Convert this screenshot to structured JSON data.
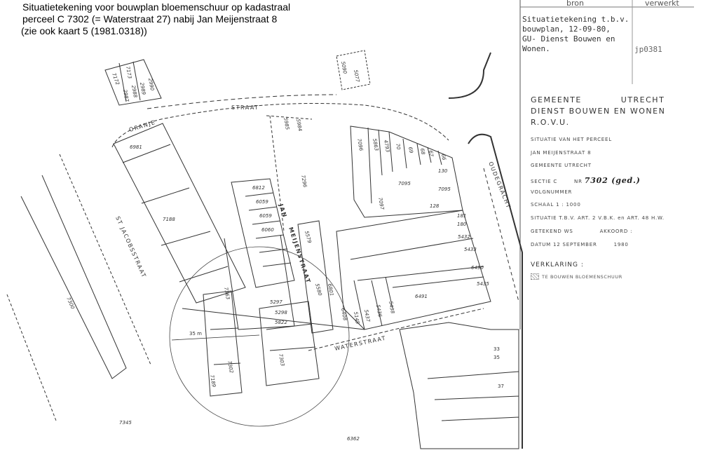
{
  "caption": {
    "line1": "Situatietekening voor bouwplan bloemenschuur op kadastraal",
    "line2": "perceel C 7302 (= Waterstraat 27) nabij Jan Meijenstraat 8",
    "line3": "(zie ook kaart 5 (1981.0318))"
  },
  "titleblock": {
    "col_bron": "bron",
    "col_verwerkt": "verwerkt",
    "bron_lines": [
      "Situatietekening t.b.v.",
      "bouwplan, 12-09-80,",
      "GU- Dienst Bouwen en",
      "Wonen."
    ],
    "verwerkt_value": "jp0381",
    "org_line1_a": "GEMEENTE",
    "org_line1_b": "UTRECHT",
    "org_line2": "DIENST BOUWEN EN WONEN",
    "org_line3": "R.O.V.U.",
    "situatie": "SITUATIE VAN HET PERCEEL",
    "adres": "JAN MEIJENSTRAAT 8",
    "gemeente": "GEMEENTE   UTRECHT",
    "sectie": "SECTIE  C",
    "nr_label": "NR",
    "nr_value": "7302 (ged.)",
    "volgnummer": "VOLGNUMMER",
    "schaal": "SCHAAL  1 : 1000",
    "situatie_tbv": "SITUATIE  T.B.V.  ART. 2 V.B.K. en ART. 48 H.W.",
    "getekend": "GETEKEND  WS",
    "akkoord": "AKKOORD :",
    "datum": "DATUM  12  SEPTEMBER",
    "jaar": "1980",
    "verklaring_title": "VERKLARING :",
    "verklaring_item": "TE BOUWEN BLOEMENSCHUUR"
  },
  "map": {
    "streets": {
      "oranje": "ORANJE",
      "straat": "STRAAT",
      "st_jacobsstraat": "ST JACOBSSTRAAT",
      "jan": "JAN",
      "meijenstraat": "MEIJENSTRAAT",
      "oudegracht": "OUDEGRACHT",
      "waterstraat": "WATERSTRAAT"
    },
    "distance": "35 m",
    "parcels": [
      "6981",
      "7188",
      "7300",
      "6812",
      "6059",
      "6059",
      "6060",
      "7296",
      "5579",
      "5580",
      "7095",
      "130",
      "128",
      "181",
      "180",
      "5432",
      "5433",
      "6490",
      "5435",
      "6491",
      "5437",
      "5436",
      "5438",
      "5145",
      "6408",
      "5297",
      "5298",
      "5822",
      "6801",
      "7303",
      "7302",
      "7189",
      "7363",
      "6362",
      "7345",
      "7095",
      "5984",
      "5985",
      "5090",
      "5077",
      "7172",
      "7173",
      "2989",
      "2988",
      "2987",
      "2990",
      "7096",
      "5863",
      "4793",
      "70",
      "69",
      "68",
      "67",
      "66",
      "7097",
      "33",
      "35",
      "37"
    ]
  }
}
